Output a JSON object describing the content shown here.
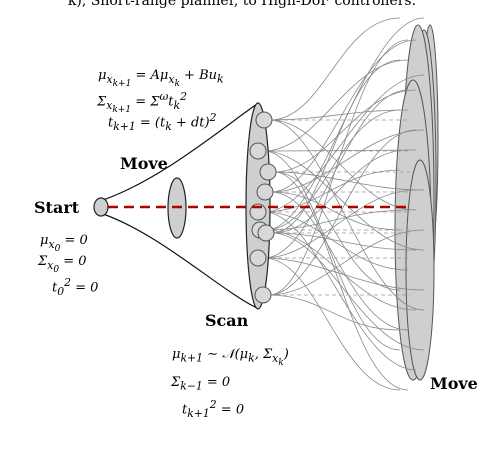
{
  "caption": "k), Short-range planner, to High-DoF controllers.",
  "labels": {
    "start": "Start",
    "move_first": "Move",
    "scan": "Scan",
    "move_second": "Move"
  },
  "equations": {
    "top": [
      "μ_{x_{k+1}} = Aμ_{x_k} + Bu_k",
      "Σ_{x_{k+1}} = Σ^ω t_k^2",
      "t_{k+1} = (t_k + dt)^2"
    ],
    "start": [
      "μ_{x_0} = 0",
      "Σ_{x_0} = 0",
      "t_0^2 = 0"
    ],
    "scan": [
      "μ_{k+1} ∼ N(μ_k, Σ_{x_k})",
      "Σ_{k−1} = 0",
      "t_{k+1}^2 = 0"
    ]
  },
  "colors": {
    "ellipse_fill": "#cfcfcf",
    "ellipse_stroke": "#555555",
    "trajectory": "#b00000",
    "guide_line": "#9a9a9a"
  }
}
